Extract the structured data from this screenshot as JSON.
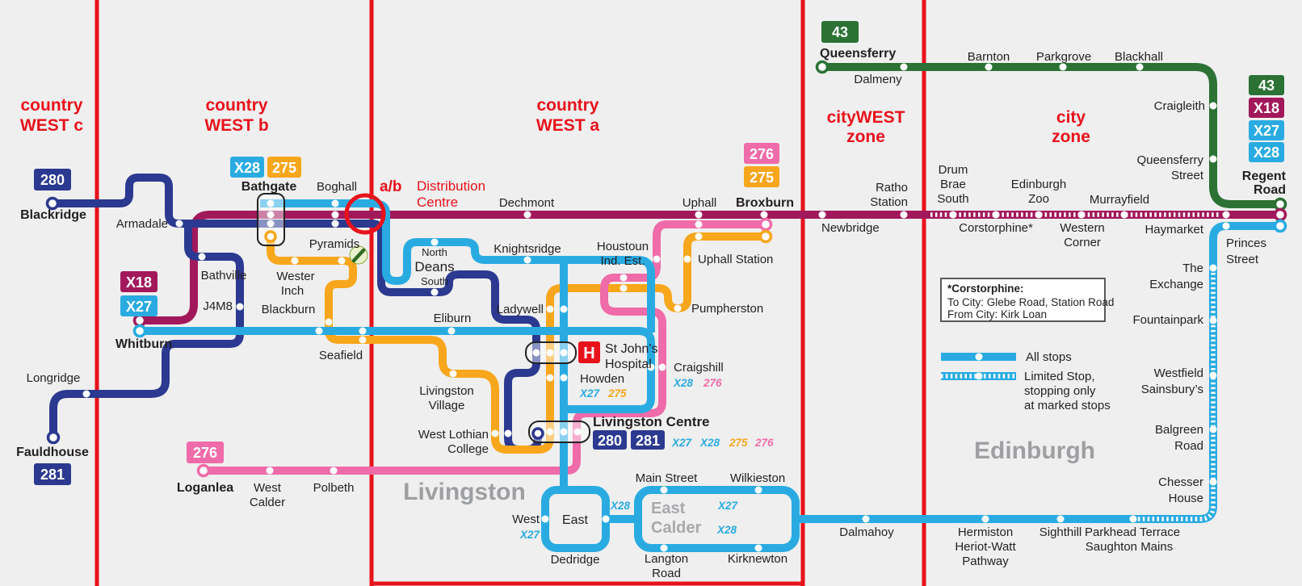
{
  "map_title": "West Lothian and Edinburgh bus network diagram",
  "colors": {
    "background": "#efefef",
    "zone_red": "#e8121b",
    "route_280_281_navy": "#2b3990",
    "route_x18_claret": "#a2195b",
    "route_x27_x28_cyan": "#29abe2",
    "route_275_orange": "#f8a61c",
    "route_276_pink": "#ef6ba9",
    "route_43_green": "#2b7234",
    "city_label_gray": "#9d9fa2",
    "text": "#231f20"
  },
  "zones": {
    "west_c_1": "country",
    "west_c_2": "WEST c",
    "west_b_1": "country",
    "west_b_2": "WEST b",
    "west_a_1": "country",
    "west_a_2": "WEST a",
    "citywest_1": "cityWEST",
    "citywest_2": "zone",
    "city_1": "city",
    "city_2": "zone"
  },
  "badges": {
    "b43": "43",
    "b280": "280",
    "b281": "281",
    "b275": "275",
    "b276": "276",
    "x18": "X18",
    "x27": "X27",
    "x28": "X28"
  },
  "dc": {
    "ab": "a/b",
    "line1": "Distribution",
    "line2": "Centre"
  },
  "cities": {
    "livingston": "Livingston",
    "edinburgh": "Edinburgh"
  },
  "legend": {
    "all_stops": "All stops",
    "limited_1": "Limited Stop,",
    "limited_2": "stopping only",
    "limited_3": "at marked stops"
  },
  "note": {
    "title": "*Corstorphine:",
    "line1": "To City: Glebe Road, Station Road",
    "line2": "From City: Kirk Loan"
  },
  "icons": {
    "hospital": "H"
  },
  "stations": {
    "blackridge": "Blackridge",
    "armadale": "Armadale",
    "bathville": "Bathville",
    "j4m8": "J4M8",
    "whitburn": "Whitburn",
    "longridge": "Longridge",
    "fauldhouse": "Fauldhouse",
    "bathgate": "Bathgate",
    "boghall": "Boghall",
    "pyramids": "Pyramids",
    "wester_inch_1": "Wester",
    "wester_inch_2": "Inch",
    "blackburn": "Blackburn",
    "seafield": "Seafield",
    "eliburn": "Eliburn",
    "liv_village_1": "Livingston",
    "liv_village_2": "Village",
    "wlc_1": "West Lothian",
    "wlc_2": "College",
    "dechmont": "Dechmont",
    "knightsridge": "Knightsridge",
    "deans_north": "North",
    "deans": "Deans",
    "deans_south": "South",
    "ladywell": "Ladywell",
    "howden": "Howden",
    "howden_x27": "X27",
    "howden_275": "275",
    "stjohns_1": "St John’s",
    "stjohns_2": "Hospital",
    "craigshill": "Craigshill",
    "craigshill_x28": "X28",
    "craigshill_276": "276",
    "liv_centre": "Livingston Centre",
    "lc_x27": "X27",
    "lc_x28": "X28",
    "lc_275": "275",
    "lc_276": "276",
    "houstoun_1": "Houstoun",
    "houstoun_2": "Ind. Est.",
    "uphall_station": "Uphall Station",
    "pumpherston": "Pumpherston",
    "uphall": "Uphall",
    "broxburn": "Broxburn",
    "loganlea": "Loganlea",
    "west_calder_1": "West",
    "west_calder_2": "Calder",
    "polbeth": "Polbeth",
    "west": "West",
    "west_x27": "X27",
    "east": "East",
    "dedridge": "Dedridge",
    "conn_x28": "X28",
    "east_calder_1": "East",
    "east_calder_2": "Calder",
    "ec_x27": "X27",
    "ec_x28": "X28",
    "main_street": "Main Street",
    "wilkieston": "Wilkieston",
    "langton_1": "Langton",
    "langton_2": "Road",
    "kirknewton": "Kirknewton",
    "dalmahoy": "Dalmahoy",
    "hermiston_1": "Hermiston",
    "hermiston_2": "Heriot-Watt",
    "hermiston_3": "Pathway",
    "sighthill": "Sighthill",
    "parkhead_1": "Parkhead Terrace",
    "parkhead_2": "Saughton Mains",
    "ratho_1": "Ratho",
    "ratho_2": "Station",
    "newbridge": "Newbridge",
    "drum_1": "Drum",
    "drum_2": "Brae",
    "drum_3": "South",
    "corstorphine": "Corstorphine*",
    "edzoo_1": "Edinburgh",
    "edzoo_2": "Zoo",
    "wcorner_1": "Western",
    "wcorner_2": "Corner",
    "murrayfield": "Murrayfield",
    "haymarket": "Haymarket",
    "queensferry": "Queensferry",
    "dalmeny": "Dalmeny",
    "barnton": "Barnton",
    "parkgrove": "Parkgrove",
    "blackhall": "Blackhall",
    "craigleith": "Craigleith",
    "queensferry_st_1": "Queensferry",
    "queensferry_st_2": "Street",
    "regent_1": "Regent",
    "regent_2": "Road",
    "princes_1": "Princes",
    "princes_2": "Street",
    "exchange_1": "The",
    "exchange_2": "Exchange",
    "fountainpark": "Fountainpark",
    "westfield_1": "Westfield",
    "westfield_2": "Sainsbury’s",
    "balgreen_1": "Balgreen",
    "balgreen_2": "Road",
    "chesser_1": "Chesser",
    "chesser_2": "House"
  }
}
